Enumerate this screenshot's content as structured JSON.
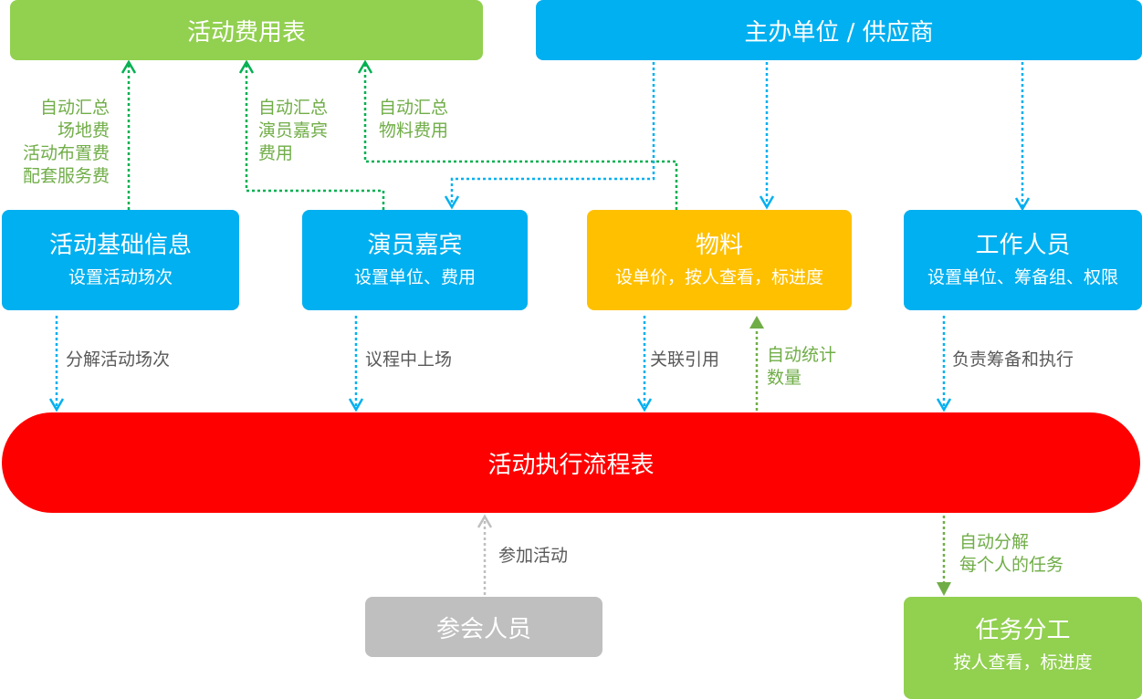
{
  "boxes": {
    "cost_table": {
      "title": "活动费用表"
    },
    "organizer": {
      "title": "主办单位 / 供应商"
    },
    "activity_info": {
      "title": "活动基础信息",
      "sub": "设置活动场次"
    },
    "performers": {
      "title": "演员嘉宾",
      "sub": "设置单位、费用"
    },
    "materials": {
      "title": "物料",
      "sub": "设单价，按人查看，标进度"
    },
    "staff": {
      "title": "工作人员",
      "sub": "设置单位、筹备组、权限"
    },
    "flow_table": {
      "title": "活动执行流程表"
    },
    "attendees": {
      "title": "参会人员"
    },
    "tasks": {
      "title": "任务分工",
      "sub": "按人查看，标进度"
    }
  },
  "labels": {
    "summary_venue": [
      "自动汇总",
      "场地费",
      "活动布置费",
      "配套服务费"
    ],
    "summary_performer": [
      "自动汇总",
      "演员嘉宾",
      "费用"
    ],
    "summary_material": [
      "自动汇总",
      "物料费用"
    ],
    "split_sessions": [
      "分解活动场次"
    ],
    "agenda": [
      "议程中上场"
    ],
    "reference": [
      "关联引用"
    ],
    "auto_count": [
      "自动统计",
      "数量"
    ],
    "responsible": [
      "负责筹备和执行"
    ],
    "participate": [
      "参加活动"
    ],
    "auto_split": [
      "自动分解",
      "每个人的任务"
    ]
  },
  "colors": {
    "green": "#92d050",
    "blue": "#00b0f0",
    "yellow": "#ffc000",
    "red": "#ff0000",
    "gray": "#bfbfbf",
    "arrow_green": "#00b050",
    "arrow_blue": "#00b0f0",
    "arrow_olive": "#70ad47",
    "arrow_gray": "#bfbfbf"
  }
}
